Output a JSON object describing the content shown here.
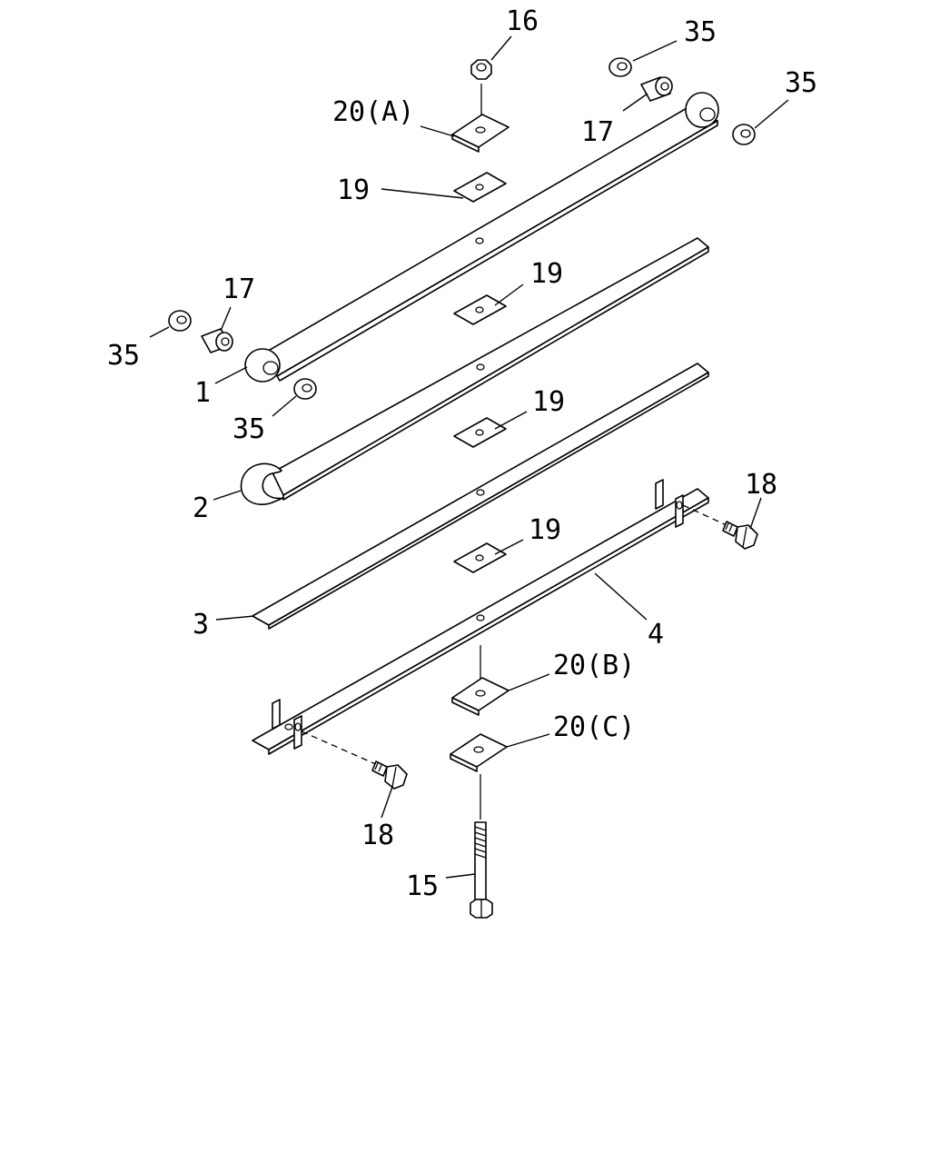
{
  "diagram": {
    "parts": [
      {
        "key": "leaf_1",
        "number": "1"
      },
      {
        "key": "leaf_2",
        "number": "2"
      },
      {
        "key": "leaf_3",
        "number": "3"
      },
      {
        "key": "leaf_4",
        "number": "4"
      },
      {
        "key": "u_bolt",
        "number": "15"
      },
      {
        "key": "nut",
        "number": "16"
      },
      {
        "key": "bushing",
        "number": "17"
      },
      {
        "key": "clip_bolt",
        "number": "18"
      },
      {
        "key": "liner",
        "number": "19"
      },
      {
        "key": "plate_a",
        "number": "20(A)"
      },
      {
        "key": "plate_b",
        "number": "20(B)"
      },
      {
        "key": "plate_c",
        "number": "20(C)"
      },
      {
        "key": "washer",
        "number": "35"
      }
    ]
  }
}
